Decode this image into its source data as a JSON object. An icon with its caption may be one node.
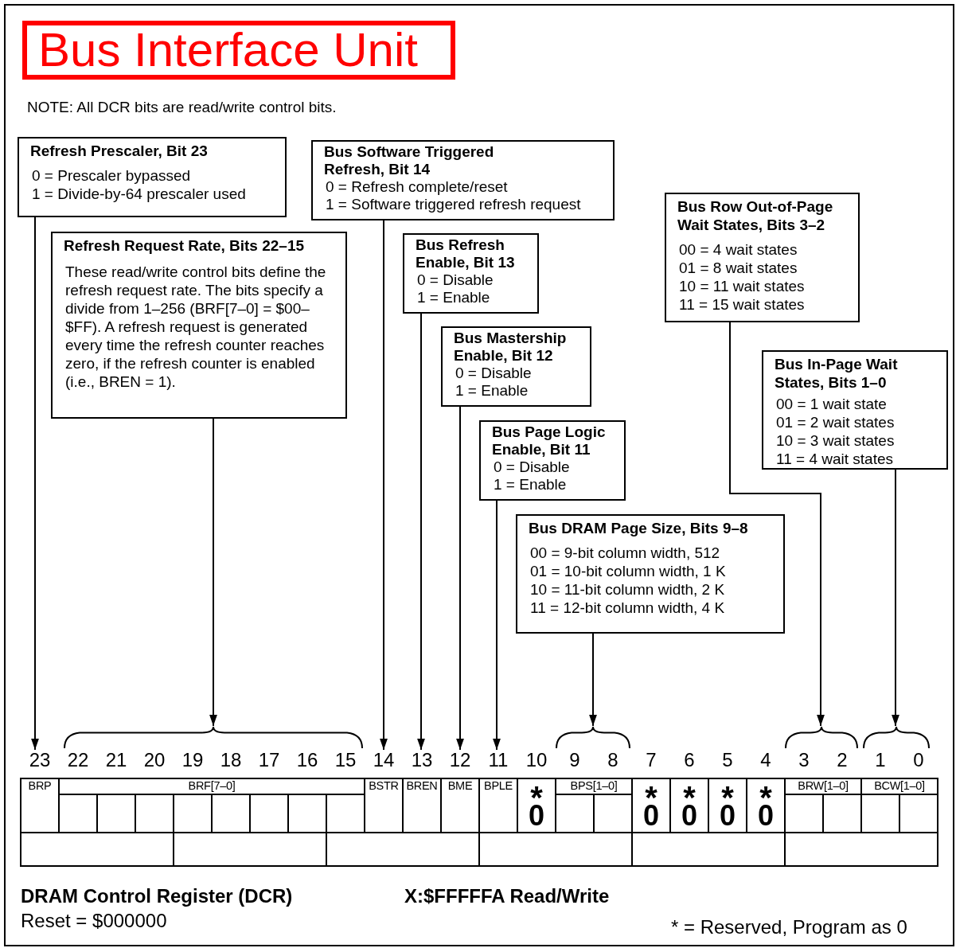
{
  "diagram": {
    "title": "Bus Interface Unit",
    "nodes": [
      {
        "text": [
          "Refresh Prescaler, Bit 23",
          "0 = Prescaler bypassed",
          "1 = Divide-by-64 prescaler used"
        ]
      },
      {
        "text": [
          "Refresh Request Rate, Bits 22–15",
          "These read/write control bits define the refresh request rate. The bits specify a divide from 1–256 (BRF[7–0] = $00–$FF). A refresh request is generated every time the refresh counter reaches zero, if the refresh counter is enabled (i.e., BREN = 1)."
        ]
      },
      {
        "text": [
          "Bus Software Triggered Refresh, Bit 14",
          "0 = Refresh complete/reset",
          "1 = Software triggered refresh request"
        ]
      },
      {
        "text": [
          "Bus Refresh Enable, Bit 13",
          "0 = Disable",
          "1 = Enable"
        ]
      },
      {
        "text": [
          "Bus Mastership Enable, Bit 12",
          "0 = Disable",
          "1 = Enable"
        ]
      },
      {
        "text": [
          "Bus Page Logic Enable, Bit 11",
          "0 = Disable",
          "1 = Enable"
        ]
      },
      {
        "text": [
          "Bus DRAM Page Size, Bits 9–8",
          "00 = 9-bit column width, 512",
          "01 = 10-bit column width, 1 K",
          "10 = 11-bit column width, 2 K",
          "11 = 12-bit column width, 4 K"
        ]
      },
      {
        "text": [
          "Bus Row Out-of-Page Wait States, Bits 3–2",
          "00 = 4 wait states",
          "01 = 8 wait states",
          "10 = 11 wait states",
          "11 = 15 wait states"
        ]
      },
      {
        "text": [
          "Bus In-Page Wait States, Bits 1–0",
          "00 = 1 wait state",
          "01 = 2 wait states",
          "10 = 3 wait states",
          "11 = 4 wait states"
        ]
      },
      {
        "text": [
          "23"
        ]
      },
      {
        "text": [],
        "shape": "brace"
      },
      {
        "text": [
          "14"
        ]
      },
      {
        "text": [
          "13"
        ]
      },
      {
        "text": [
          "12"
        ]
      },
      {
        "text": [
          "11"
        ]
      },
      {
        "text": [],
        "shape": "brace"
      },
      {
        "text": [],
        "shape": "brace"
      },
      {
        "text": [],
        "shape": "brace"
      }
    ],
    "edges": [
      {
        "from": 0,
        "to": 9,
        "arrow": "to"
      },
      {
        "from": 1,
        "to": 10,
        "arrow": "to"
      },
      {
        "from": 2,
        "to": 11,
        "arrow": "to"
      },
      {
        "from": 3,
        "to": 12,
        "arrow": "to"
      },
      {
        "from": 4,
        "to": 13,
        "arrow": "to"
      },
      {
        "from": 5,
        "to": 14,
        "arrow": "to"
      },
      {
        "from": 6,
        "to": 15,
        "arrow": "to"
      },
      {
        "from": 7,
        "to": 16,
        "arrow": "to"
      },
      {
        "from": 8,
        "to": 17,
        "arrow": "to"
      }
    ],
    "labels": [
      "NOTE: All DCR bits are read/write control bits.",
      "22",
      "21",
      "20",
      "19",
      "18",
      "17",
      "16",
      "15",
      "10",
      "9",
      "8",
      "7",
      "6",
      "5",
      "4",
      "3",
      "2",
      "1",
      "0",
      "BRP",
      "BRF[7–0]",
      "BSTR",
      "BREN",
      "BME",
      "BPLE",
      "*",
      "0",
      "BPS[1–0]",
      "*",
      "0",
      "*",
      "0",
      "*",
      "0",
      "*",
      "0",
      "BRW[1–0]",
      "BCW[1–0]",
      "DRAM Control Register (DCR)",
      "X:$FFFFFA Read/Write",
      "Reset = $000000",
      "* = Reserved, Program as 0"
    ]
  }
}
